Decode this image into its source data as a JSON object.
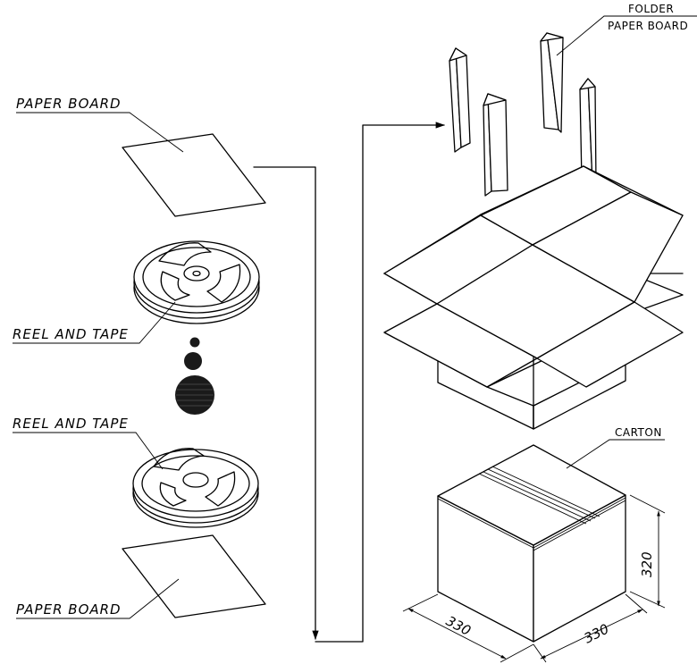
{
  "labels": {
    "paper_board_top": "PAPER BOARD",
    "reel_and_tape_1": "REEL AND TAPE",
    "reel_and_tape_2": "REEL AND TAPE",
    "paper_board_bottom": "PAPER BOARD",
    "folder_line1": "FOLDER",
    "folder_line2": "PAPER BOARD",
    "carton": "CARTON"
  },
  "dimensions": {
    "width": "330",
    "depth": "330",
    "height": "320"
  }
}
